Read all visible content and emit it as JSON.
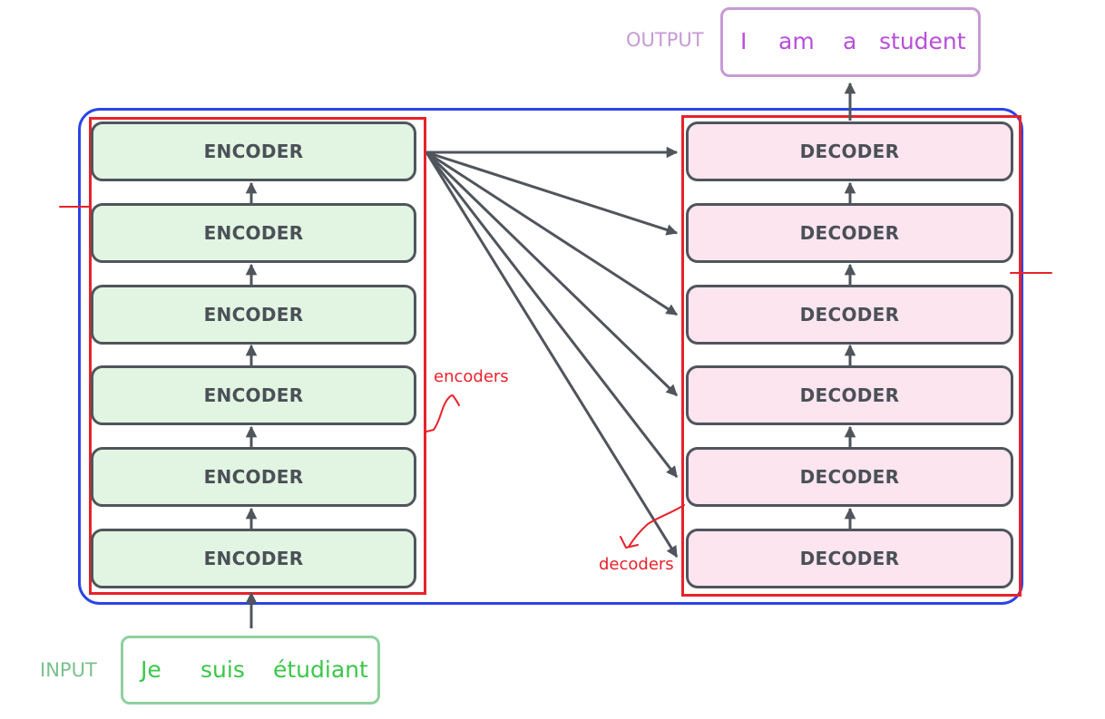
{
  "output": {
    "label": "OUTPUT",
    "words": [
      "I",
      "am",
      "a",
      "student"
    ]
  },
  "input": {
    "label": "INPUT",
    "words": [
      "Je",
      "suis",
      "étudiant"
    ]
  },
  "encoders": [
    "ENCODER",
    "ENCODER",
    "ENCODER",
    "ENCODER",
    "ENCODER",
    "ENCODER"
  ],
  "decoders": [
    "DECODER",
    "DECODER",
    "DECODER",
    "DECODER",
    "DECODER",
    "DECODER"
  ],
  "annotations": {
    "encoders_note": "encoders",
    "decoders_note": "decoders"
  },
  "colors": {
    "frame": "#2b44e6",
    "highlight": "#e8222a",
    "encoder_fill": "#e1f5e2",
    "decoder_fill": "#fde5f0",
    "block_border": "#50555c",
    "arrow": "#50555c",
    "input_text": "#3cc64a",
    "output_text": "#b84fd8"
  }
}
